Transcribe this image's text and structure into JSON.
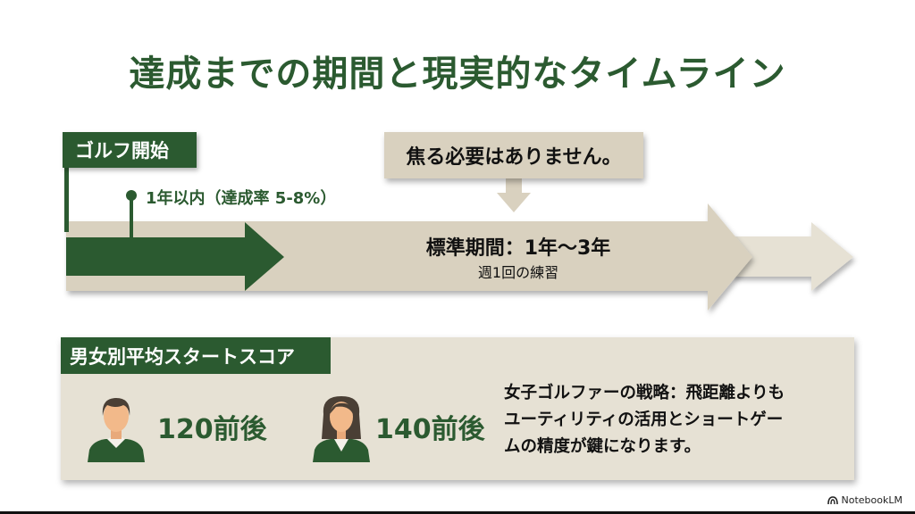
{
  "title": "達成までの期間と現実的なタイムライン",
  "timeline": {
    "start_label": "ゴルフ開始",
    "milestone_label": "1年以内（達成率 5-8%）",
    "callout": "焦る必要はありません。",
    "period_title": "標準期間：1年〜3年",
    "period_subtitle": "週1回の練習",
    "colors": {
      "green": "#2b5a30",
      "beige": "#d9d1bf",
      "light_beige": "#e6e1d4"
    }
  },
  "scores": {
    "header": "男女別平均スタートスコア",
    "male": {
      "icon": "male-person-icon",
      "value": "120前後"
    },
    "female": {
      "icon": "female-person-icon",
      "value": "140前後"
    },
    "strategy_lines": [
      "女子ゴルファーの戦略：飛距離よりも",
      "ユーティリティの活用とショートゲー",
      "ムの精度が鍵になります。"
    ]
  },
  "branding": {
    "label": "NotebookLM",
    "icon": "notebooklm-logo-icon"
  }
}
